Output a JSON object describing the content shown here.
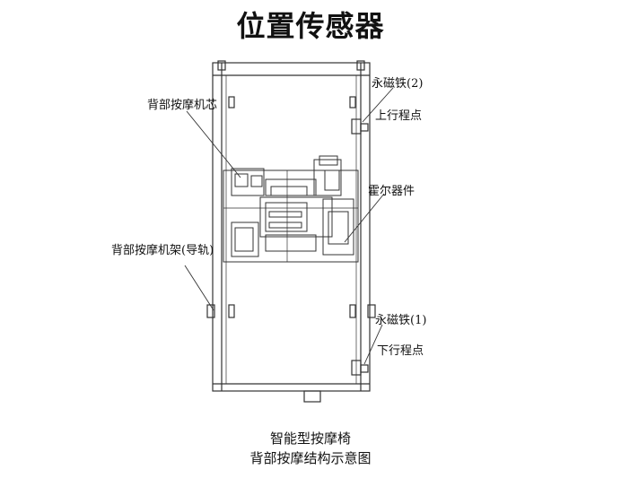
{
  "title": "位置传感器",
  "labels": {
    "back_massage_core": "背部按摩机芯",
    "magnet_2": "永磁铁(2)",
    "upper_limit": "上行程点",
    "hall_sensor": "霍尔器件",
    "back_massage_frame": "背部按摩机架(导轨)",
    "magnet_1": "永磁铁(1)",
    "lower_limit": "下行程点"
  },
  "caption": {
    "line1": "智能型按摩椅",
    "line2": "背部按摩结构示意图"
  },
  "colors": {
    "line": "#333333",
    "background": "#ffffff"
  }
}
